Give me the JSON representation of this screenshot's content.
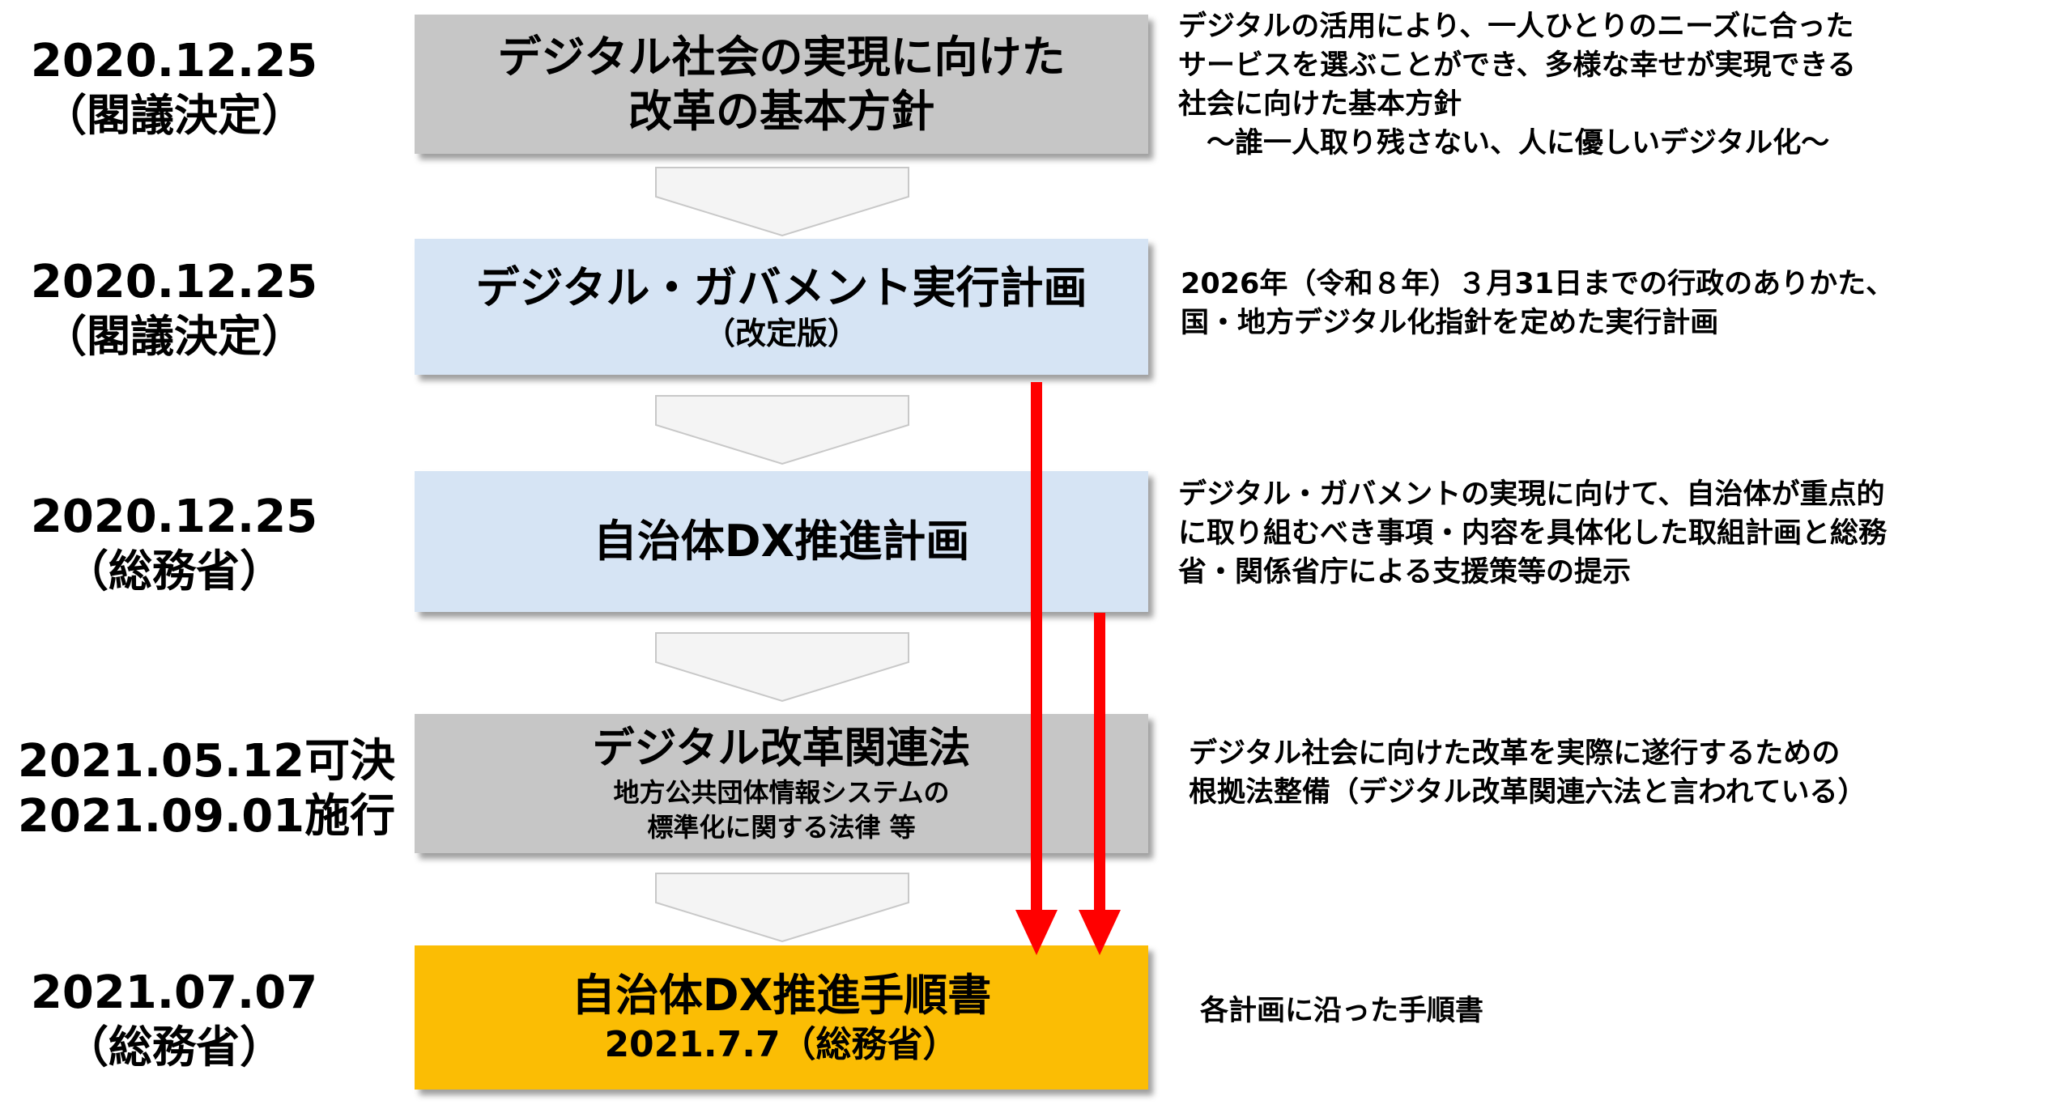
{
  "steps": [
    {
      "date": "2020.12.25",
      "org": "（閣議決定）",
      "title_lines": [
        "デジタル社会の実現に向けた",
        "改革の基本方針"
      ],
      "desc_lines": [
        "デジタルの活用により、一人ひとりのニーズに合った",
        "サービスを選ぶことができ、多様な幸せが実現できる",
        "社会に向けた基本方針",
        "　～誰一人取り残さない、人に優しいデジタル化～"
      ]
    },
    {
      "date": "2020.12.25",
      "org": "（閣議決定）",
      "title": "デジタル・ガバメント実行計画",
      "sub": "（改定版）",
      "desc_lines": [
        "2026年（令和８年）３月31日までの行政のありかた、",
        "国・地方デジタル化指針を定めた実行計画"
      ]
    },
    {
      "date": "2020.12.25",
      "org": "（総務省）",
      "title": "自治体DX推進計画",
      "desc_lines": [
        "デジタル・ガバメントの実現に向けて、自治体が重点的",
        "に取り組むべき事項・内容を具体化した取組計画と総務",
        "省・関係省庁による支援策等の提示"
      ]
    },
    {
      "date_lines": [
        "2021.05.12可決",
        "2021.09.01施行"
      ],
      "title": "デジタル改革関連法",
      "sub_lines": [
        "地方公共団体情報システムの",
        "標準化に関する法律 等"
      ],
      "desc_lines": [
        "デジタル社会に向けた改革を実際に遂行するための",
        "根拠法整備（デジタル改革関連六法と言われている）"
      ]
    },
    {
      "date": "2021.07.07",
      "org": "（総務省）",
      "title": "自治体DX推進手順書",
      "sub": "2021.7.7（総務省）",
      "desc_lines": [
        "各計画に沿った手順書"
      ]
    }
  ],
  "colors": {
    "gray_box": "#c6c6c6",
    "blue_box": "#d6e4f4",
    "gold_box": "#fbbd04",
    "chevron_fill": "#f4f4f4",
    "chevron_stroke": "#c8c8c8",
    "arrow": "#ff0000"
  }
}
